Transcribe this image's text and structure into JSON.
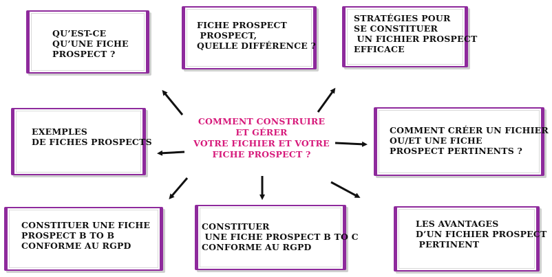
{
  "center": {
    "text": "COMMENT CONSTRUIRE\nET GÉRER\nVOTRE FICHIER ET VOTRE\nFICHE PROSPECT ?"
  },
  "boxes": {
    "definition": "QU’EST-CE\nQU’UNE FICHE\nPROSPECT ?",
    "difference": "FICHE PROSPECT\n PROSPECT,\nQUELLE DIFFÉRENCE ?",
    "strategies": "STRATÉGIES POUR\nSE CONSTITUER\n UN FICHIER PROSPECT\nEFFICACE",
    "examples": "EXEMPLES\nDE FICHES PROSPECTS",
    "create": "COMMENT CRÉER UN FICHIER\nOU/ET UNE FICHE\nPROSPECT PERTINENTS ?",
    "btob": "CONSTITUER UNE FICHE\nPROSPECT B TO B\nCONFORME AU RGPD",
    "btoc": "CONSTITUER\n UNE FICHE PROSPECT B TO C\nCONFORME AU RGPD",
    "advantages": "LES AVANTAGES\nD’UN FICHIER PROSPECT\n PERTINENT"
  },
  "colors": {
    "border": "#8e2a9c",
    "center_text": "#d6197a",
    "box_text": "#111111",
    "arrow": "#111111"
  }
}
